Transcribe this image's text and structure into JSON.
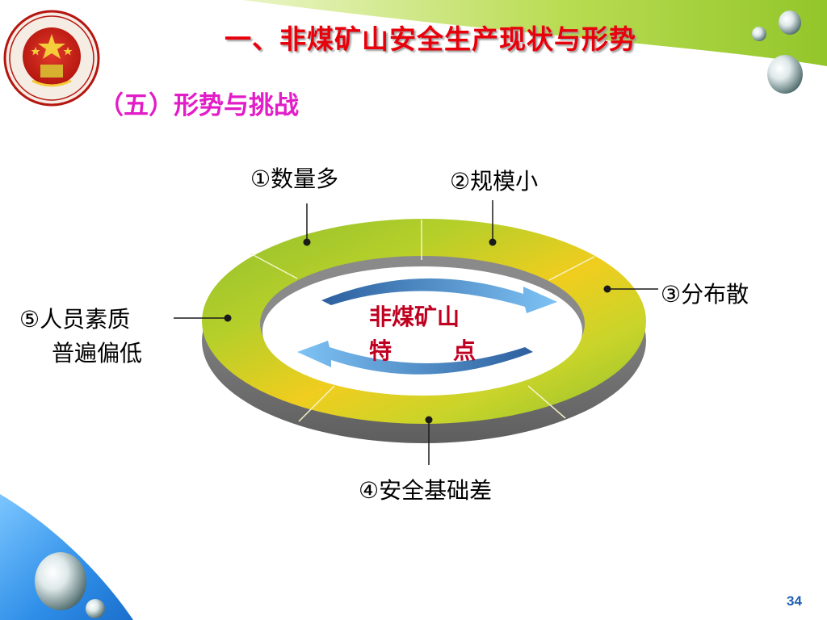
{
  "slide": {
    "title": "一、非煤矿山安全生产现状与形势",
    "subtitle": "（五）形势与挑战",
    "page_number": "34"
  },
  "diagram": {
    "center": {
      "line1": "非煤矿山",
      "line2_left": "特",
      "line2_right": "点"
    },
    "items": [
      {
        "label": "①数量多"
      },
      {
        "label": "②规模小"
      },
      {
        "label": "③分布散"
      },
      {
        "label": "④安全基础差"
      },
      {
        "label_line1": "⑤人员素质",
        "label_line2": "普遍偏低"
      }
    ]
  },
  "colors": {
    "title": "#e8000b",
    "subtitle": "#e21cc8",
    "center_text": "#c00020",
    "ring_green": "#9cc530",
    "ring_yellow": "#f0cd1e",
    "ring_side": "#7a7a7a",
    "arrow": "#4a8fd8",
    "top_band": "#a6d23c",
    "bottom_left_band": "#2f8fe8",
    "page_number": "#1f5fb4"
  },
  "icons": [
    "emblem-icon",
    "water-drop-icon",
    "cycle-arrow-icon"
  ]
}
